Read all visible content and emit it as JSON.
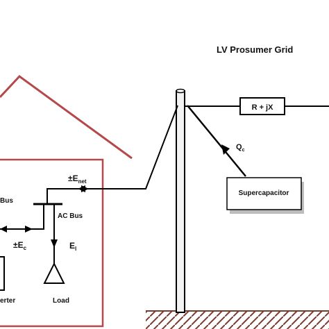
{
  "title": "LV Prosumer Grid",
  "impedance_label": "R + jX",
  "q_symbol": "Q",
  "q_subscript": "c",
  "supercapacitor_label": "Supercapacitor",
  "enet_prefix": "±E",
  "enet_subscript": "net",
  "dc_bus_label": "Bus",
  "ac_bus_label": "AC Bus",
  "ec_prefix": "±E",
  "ec_subscript": "c",
  "el_prefix": "E",
  "el_subscript": "l",
  "inverter_label": "erter",
  "load_label": "Load",
  "colors": {
    "house_outline": "#b5484a",
    "line": "#000000",
    "ground_hatch": "#7a3b2e",
    "box_shadow": "#bdbdbd"
  }
}
